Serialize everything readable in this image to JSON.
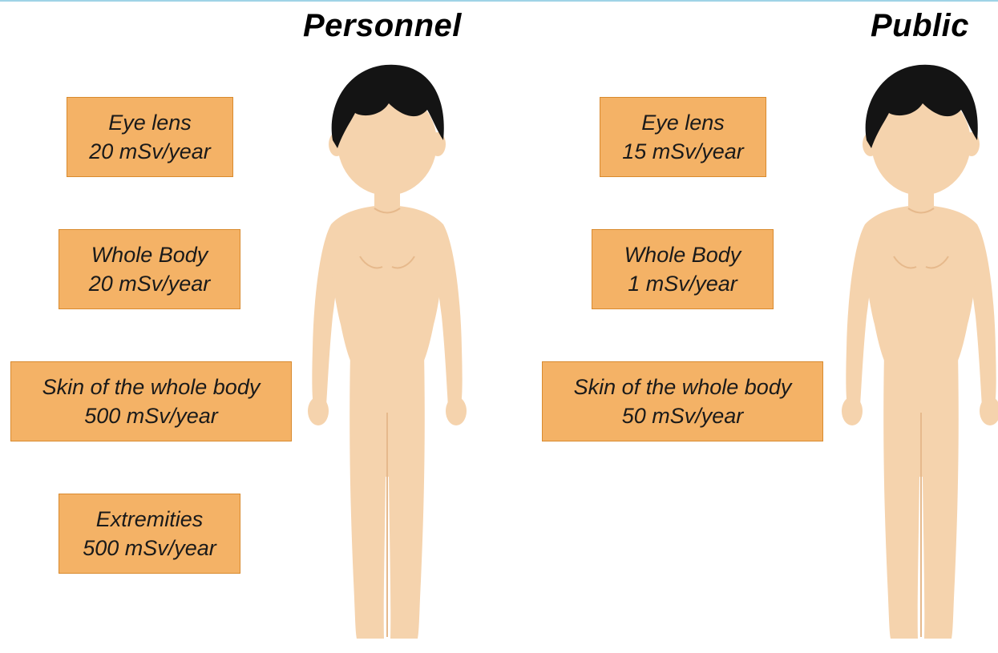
{
  "personnel": {
    "heading": "Personnel",
    "limits": [
      {
        "label": "Eye lens",
        "value": "20 mSv/year"
      },
      {
        "label": "Whole Body",
        "value": "20 mSv/year"
      },
      {
        "label": "Skin of the whole body",
        "value": "500 mSv/year"
      },
      {
        "label": "Extremities",
        "value": "500 mSv/year"
      }
    ]
  },
  "public": {
    "heading": "Public",
    "limits": [
      {
        "label": "Eye lens",
        "value": "15 mSv/year"
      },
      {
        "label": "Whole Body",
        "value": "1 mSv/year"
      },
      {
        "label": "Skin of the whole body",
        "value": "50 mSv/year"
      }
    ]
  },
  "colors": {
    "box_fill": "#f4b266",
    "box_border": "#d98a2e",
    "skin": "#f5d3ad",
    "skin_shadow": "#e6b98c",
    "hair": "#141414"
  }
}
